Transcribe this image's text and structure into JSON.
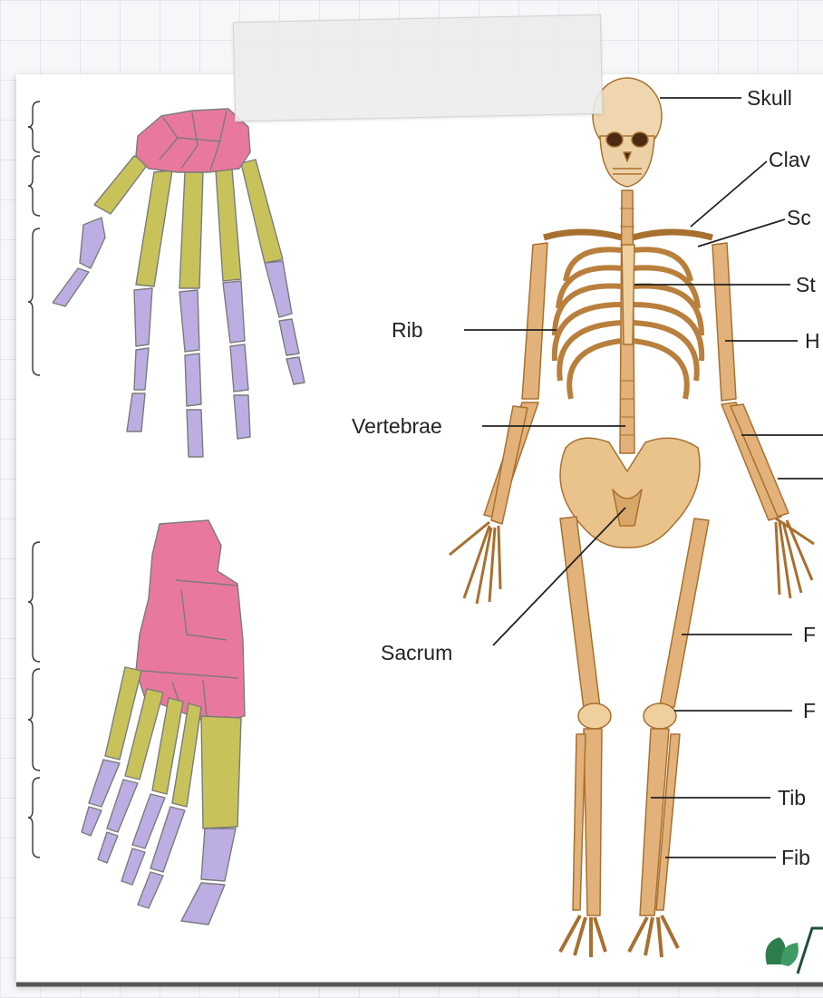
{
  "labels": {
    "skull": "Skull",
    "clavicle": "Clav",
    "scapula": "Sc",
    "sternum": "St",
    "humerus": "H",
    "rib": "Rib",
    "vertebrae": "Vertebrae",
    "sacrum": "Sacrum",
    "femur": "F",
    "patella": "F",
    "tibia": "Tib",
    "fibula": "Fib"
  },
  "colors": {
    "carpals_tarsals": "#e9799c",
    "metacarpals_metatarsals": "#c7c35a",
    "phalanges": "#bcaee3",
    "bone": "#e2b27a",
    "bone_dark": "#a8702f",
    "paper": "#ffffff",
    "tape": "#ececec"
  },
  "icons": {
    "publisher_logo": "leaf-logo-icon"
  }
}
